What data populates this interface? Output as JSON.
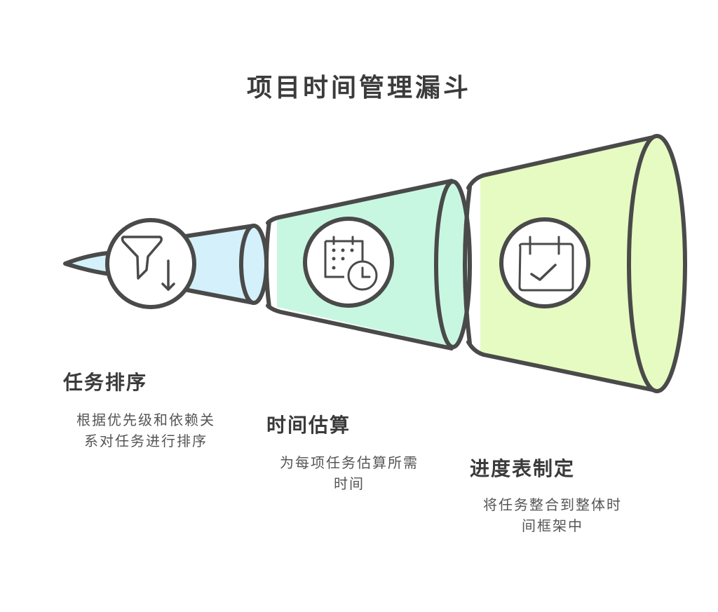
{
  "title": "项目时间管理漏斗",
  "colors": {
    "outline": "#4a4a4a",
    "stage1_fill": "#d4f1fb",
    "stage2_fill": "#c8f7e1",
    "stage3_fill": "#e6fbc1"
  },
  "stages": [
    {
      "label": "任务排序",
      "description_lines": [
        "根据优先级和依赖关",
        "系对任务进行排序"
      ],
      "icon": "filter-sort-icon"
    },
    {
      "label": "时间估算",
      "description_lines": [
        "为每项任务估算所需",
        "时间"
      ],
      "icon": "calendar-clock-icon"
    },
    {
      "label": "进度表制定",
      "description_lines": [
        "将任务整合到整体时",
        "间框架中"
      ],
      "icon": "calendar-check-icon"
    }
  ]
}
